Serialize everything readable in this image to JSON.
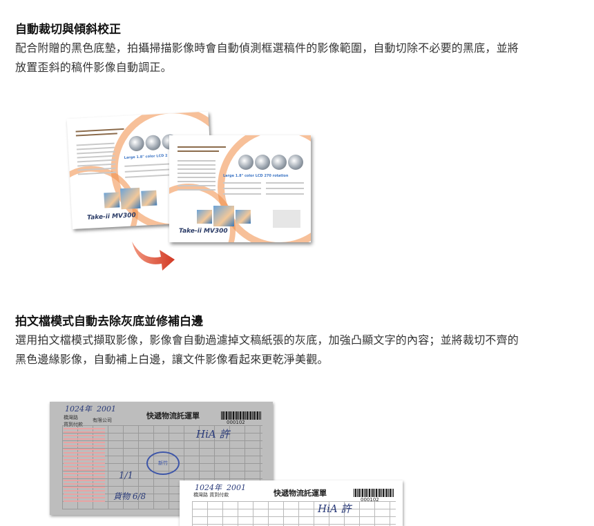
{
  "sections": [
    {
      "title": "自動裁切與傾斜校正",
      "body_line1": "配合附贈的黑色底墊，拍攝掃描影像時會自動偵測框選稿件的影像範圍，自動切除不必要的黑底，並將",
      "body_line2": "放置歪斜的稿件影像自動調正。"
    },
    {
      "title": "拍文檔模式自動去除灰底並修補白邊",
      "body_line1": "選用拍文檔模式擷取影像，影像會自動過濾掉文稿紙張的灰底，加強凸顯文字的內容；並將裁切不齊的",
      "body_line2": "黑色邊緣影像，自動補上白邊，讓文件影像看起來更乾淨美觀。"
    }
  ],
  "figure1": {
    "brochure_brand": "Take-ii MV300",
    "brochure_caption": "Large 1.8\" color LCD 270 rotation",
    "arrow_color": "#e0523b"
  },
  "figure2": {
    "form_title": "快遞物流託運單",
    "form_number": "000102"
  }
}
